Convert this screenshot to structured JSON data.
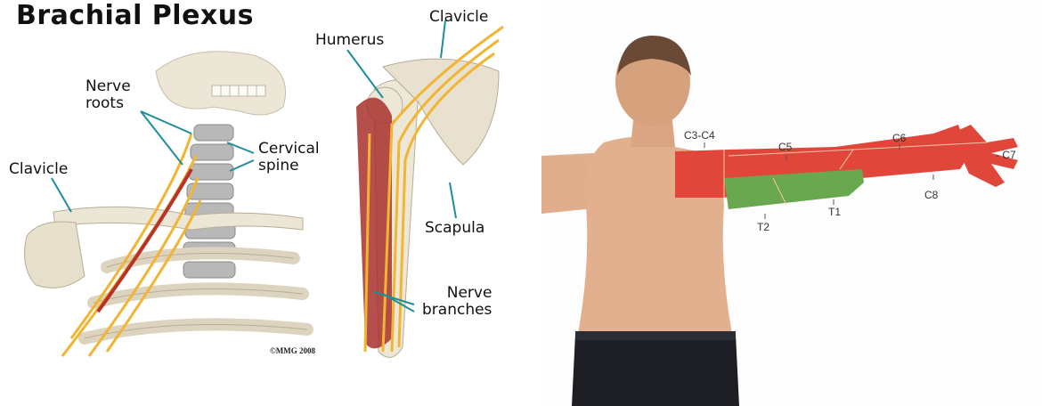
{
  "left": {
    "title": "Brachial Plexus",
    "labels": {
      "nerve_roots": "Nerve\nroots",
      "clavicle_left": "Clavicle",
      "cervical_spine": "Cervical\nspine",
      "humerus": "Humerus",
      "clavicle_right": "Clavicle",
      "scapula": "Scapula",
      "nerve_branches": "Nerve\nbranches"
    },
    "copyright": "©MMG 2008"
  },
  "right": {
    "dermatomes": {
      "c3_c4": "C3-C4",
      "c5": "C5",
      "c6": "C6",
      "c7": "- C7",
      "c8": "C8",
      "t1": "T1",
      "t2": "T2"
    },
    "colors": {
      "cervical_zone": "#e0473a",
      "thoracic_zone": "#6aa84f",
      "skin": "#e2b08e",
      "shorts": "#1d1f24"
    }
  }
}
